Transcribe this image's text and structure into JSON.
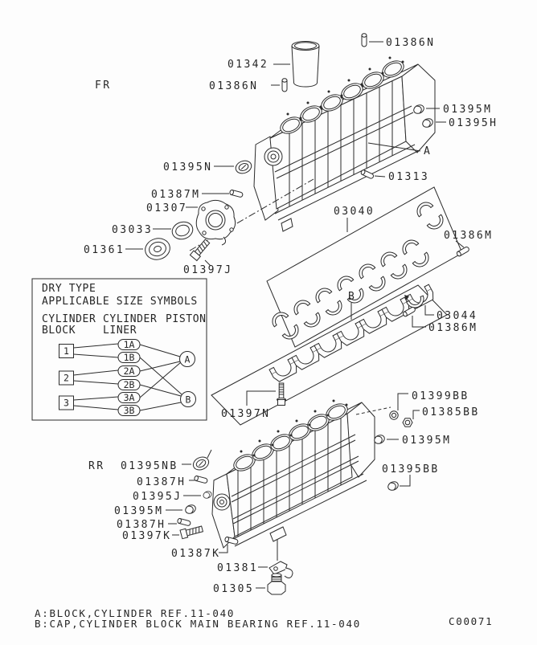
{
  "figure_code": "C00071",
  "labels": {
    "fr": "FR",
    "rr": "RR",
    "ref_a": "A",
    "ref_b": "B",
    "p01342": "01342",
    "p01386n_top": "01386N",
    "p01386n_left": "01386N",
    "p01395m_top": "01395M",
    "p01395h": "01395H",
    "p01395n": "01395N",
    "p01313": "01313",
    "p01387m": "01387M",
    "p01307": "01307",
    "p03033": "03033",
    "p01361": "01361",
    "p01397j": "01397J",
    "p03040": "03040",
    "p01386m_right": "01386M",
    "p03044": "03044",
    "p01386m_lower": "01386M",
    "p01397n": "01397N",
    "p01399bb": "01399BB",
    "p01385bb": "01385BB",
    "p01395m_right": "01395M",
    "p01395bb": "01395BB",
    "p01395nb": "01395NB",
    "p01387h_upper": "01387H",
    "p01395j": "01395J",
    "p01395m_left": "01395M",
    "p01387h_lower": "01387H",
    "p01397k": "01397K",
    "p01387k": "01387K",
    "p01381": "01381",
    "p01305": "01305"
  },
  "size_table": {
    "title_line1": "DRY TYPE",
    "title_line2": "APPLICABLE SIZE SYMBOLS",
    "columns": {
      "col1_line1": "CYLINDER",
      "col1_line2": "BLOCK",
      "col2_line1": "CYLINDER",
      "col2_line2": "LINER",
      "col3_line1": "PISTON"
    },
    "blocks": [
      "1",
      "2",
      "3"
    ],
    "liners": [
      "1A",
      "1B",
      "2A",
      "2B",
      "3A",
      "3B"
    ],
    "pistons": [
      "A",
      "B"
    ],
    "links": [
      "1-1A",
      "1-1B",
      "2-2A",
      "2-2B",
      "3-3A",
      "3-3B",
      "1A-A",
      "2A-A",
      "3A-A",
      "1B-B",
      "2B-B",
      "3B-B"
    ]
  },
  "footer": {
    "line_a": "A:BLOCK,CYLINDER REF.11-040",
    "line_b": "B:CAP,CYLINDER BLOCK MAIN BEARING REF.11-040"
  }
}
